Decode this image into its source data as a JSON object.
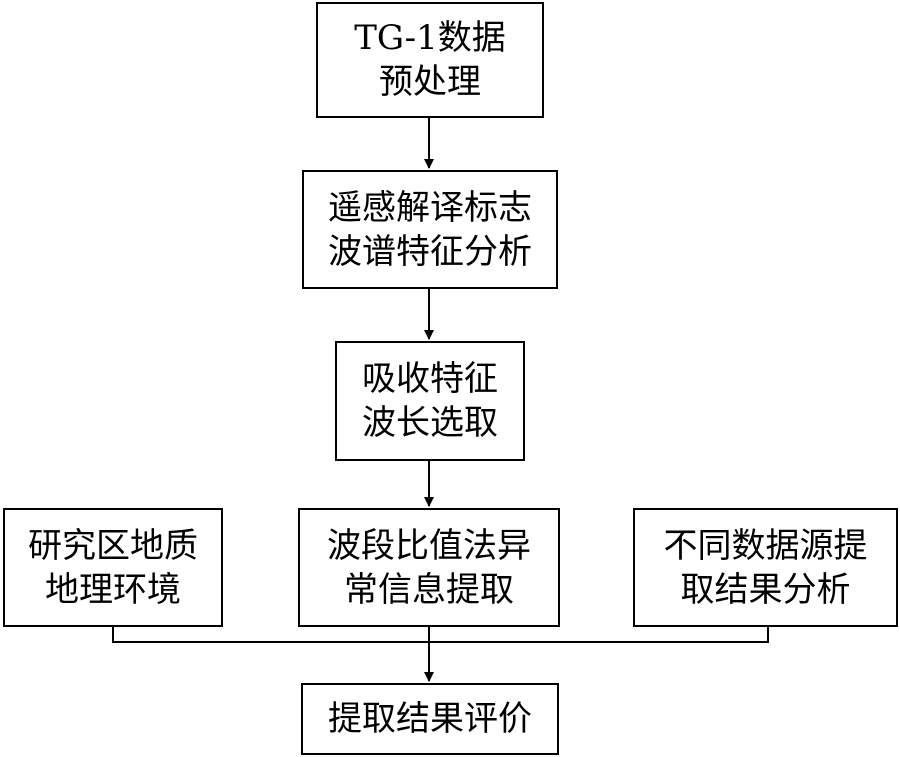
{
  "nodes": {
    "preprocess": {
      "line1": "TG-1数据",
      "line2": "预处理"
    },
    "spectral": {
      "line1": "遥感解译标志",
      "line2": "波谱特征分析"
    },
    "wavelength": {
      "line1": "吸收特征",
      "line2": "波长选取"
    },
    "geology": {
      "line1": "研究区地质",
      "line2": "地理环境"
    },
    "band_ratio": {
      "line1": "波段比值法异",
      "line2": "常信息提取"
    },
    "comparison": {
      "line1": "不同数据源提",
      "line2": "取结果分析"
    },
    "evaluation": {
      "line1": "提取结果评价"
    }
  }
}
